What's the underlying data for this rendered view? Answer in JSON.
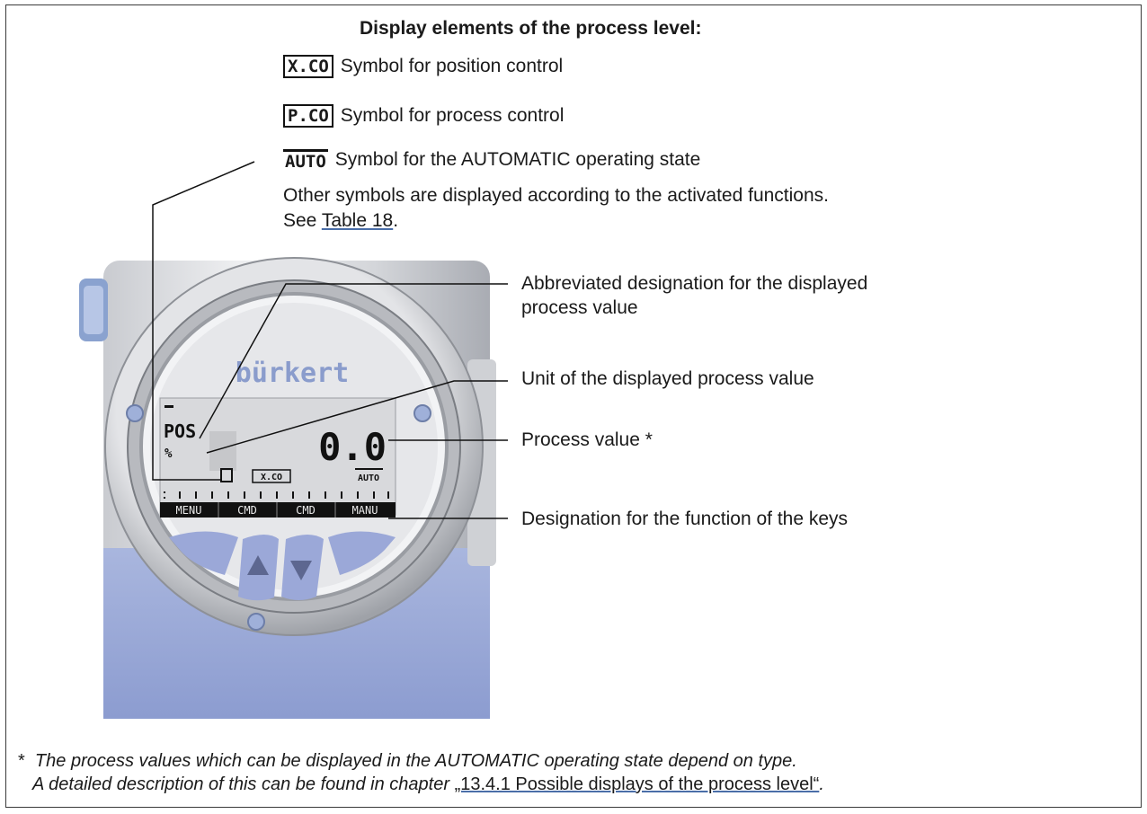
{
  "title": "Display elements of the process level:",
  "legend": [
    {
      "symbol": "X.CO",
      "text": "Symbol for position control"
    },
    {
      "symbol": "P.CO",
      "text": "Symbol for process control"
    },
    {
      "symbol": "AUTO",
      "text": "Symbol for the AUTOMATIC operating state"
    }
  ],
  "other_symbols": {
    "text": "Other symbols are displayed according to the activated functions.",
    "see": "See ",
    "link": "Table 18",
    "end": "."
  },
  "callouts": {
    "abbrev_line1": "Abbreviated designation for the displayed",
    "abbrev_line2": "process value",
    "unit": "Unit of the displayed process value",
    "value": "Process value *",
    "keys": "Designation for the function of the keys"
  },
  "device": {
    "brand": "bürkert",
    "designation": "POS",
    "unit": "%",
    "value": "0.0",
    "sym_xco": "X.CO",
    "sym_auto": "AUTO",
    "keys": [
      "MENU",
      "CMD",
      "CMD",
      "MANU"
    ]
  },
  "footnote": {
    "star": "*",
    "line1": "The process values which can be displayed in the AUTOMATIC operating state depend on type.",
    "line2_prefix": "A detailed description of this can be found in chapter ",
    "line2_link": "„13.4.1 Possible displays of the process level“",
    "line2_end": "."
  }
}
